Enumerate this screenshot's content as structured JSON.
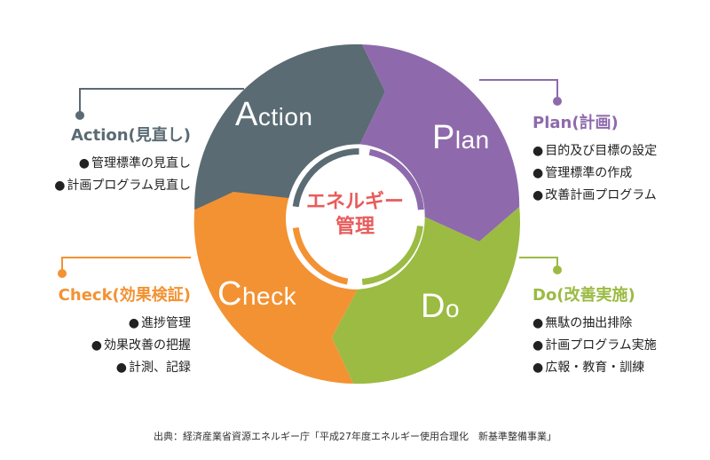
{
  "stages": {
    "action": {
      "initial": "A",
      "rest": "ction",
      "color": "#5a6b73"
    },
    "plan": {
      "initial": "P",
      "rest": "lan",
      "color": "#8e6aac"
    },
    "do": {
      "initial": "D",
      "rest": "o",
      "color": "#9bbb43"
    },
    "check": {
      "initial": "C",
      "rest": "heck",
      "color": "#f39233"
    }
  },
  "center": {
    "line1": "エネルギー",
    "line2": "管理",
    "color": "#e85c5c"
  },
  "panels": {
    "action": {
      "title": "Action(見直し)",
      "items": [
        "管理標準の見直し",
        "計画プログラム見直し"
      ]
    },
    "plan": {
      "title": "Plan(計画)",
      "items": [
        "目的及び目標の設定",
        "管理標準の作成",
        "改善計画プログラム"
      ]
    },
    "check": {
      "title": "Check(効果検証)",
      "items": [
        "進捗管理",
        "効果改善の把握",
        "計測、記録"
      ]
    },
    "do": {
      "title": "Do(改善実施)",
      "items": [
        "無駄の抽出排除",
        "計画プログラム実施",
        "広報・教育・訓練"
      ]
    }
  },
  "source": "出典：経済産業省資源エネルギー庁「平成27年度エネルギー使用合理化　新基準整備事業」"
}
